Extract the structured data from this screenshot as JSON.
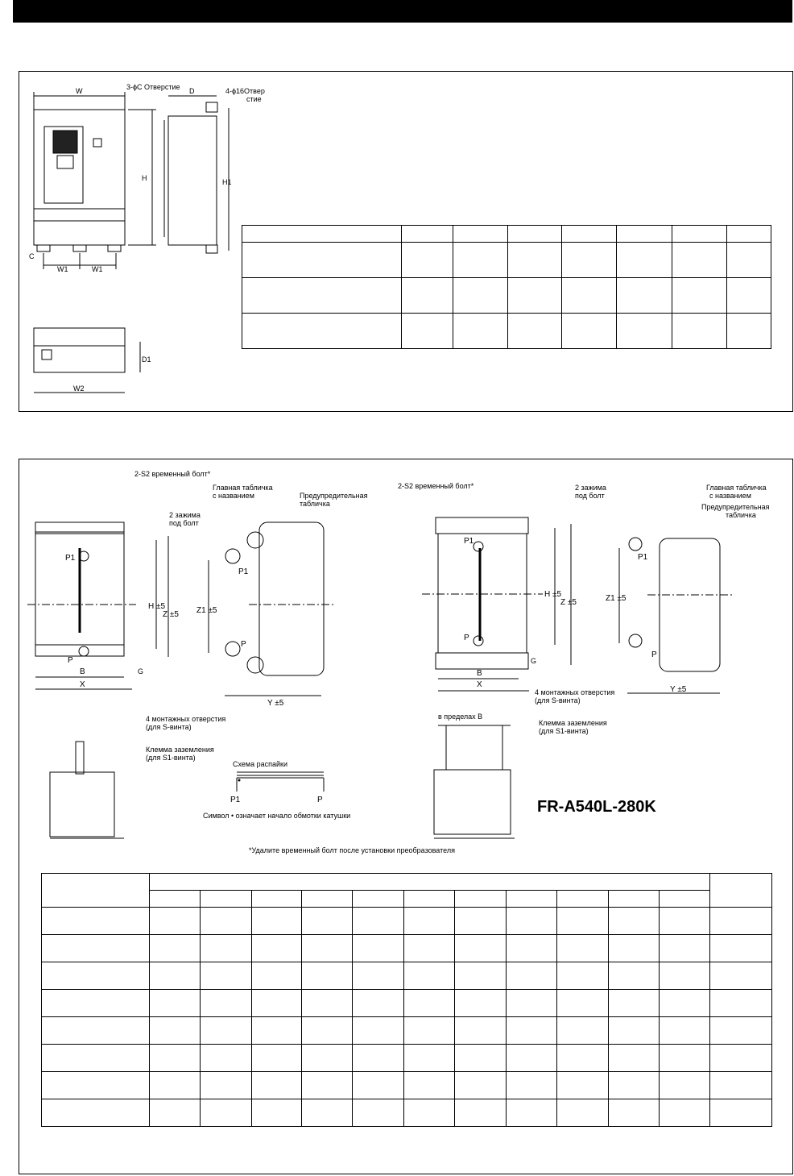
{
  "page": {
    "header_bar": ""
  },
  "drawing1": {
    "labels": {
      "w": "W",
      "holes_c": "3-ϕC Отверстие",
      "d": "D",
      "holes16_line1": "4-ϕ16Отвер",
      "holes16_line2": "стие",
      "h": "H",
      "h1": "H1",
      "c": "C",
      "w1a": "W1",
      "w1b": "W1",
      "d1": "D1",
      "w2": "W2"
    }
  },
  "table1": {
    "columns": 8,
    "rows": 4
  },
  "drawing2": {
    "labels": {
      "bolt_left": "2-S2 временный болт*",
      "nameplate_left_1": "Главная табличка",
      "nameplate_left_2": "с названием",
      "warning_left_1": "Предупредительная",
      "warning_left_2": "табличка",
      "clamps_left_1": "2 зажима",
      "clamps_left_2": "под болт",
      "p1_a": "P1",
      "p_a": "P",
      "p1_b": "P1",
      "p_b": "P",
      "h5": "H ±5",
      "z5": "Z ±5",
      "z1_5": "Z1 ±5",
      "g_left": "G",
      "b_left": "B",
      "x_left": "X",
      "y_left": "Y ±5",
      "mount_left_1": "4 монтажных отверстия",
      "mount_left_2": "(для S-винта)",
      "ground_left_1": "Клемма заземления",
      "ground_left_2": "(для S1-винта)",
      "scheme_title": "Схема распайки",
      "scheme_p1": "P1",
      "scheme_p": "P",
      "scheme_symbol": "Символ • означает начало обмотки катушки",
      "bolt_right": "2-S2 временный болт*",
      "clamps_right_1": "2 зажима",
      "clamps_right_2": "под болт",
      "nameplate_right_1": "Главная табличка",
      "nameplate_right_2": "с названием",
      "warning_right_1": "Предупредительная",
      "warning_right_2": "табличка",
      "p1_c": "P1",
      "p_c": "P",
      "p1_d": "P1",
      "p_d": "P",
      "h5_r": "H ±5",
      "z5_r": "Z ±5",
      "z1_5_r": "Z1 ±5",
      "g_right": "G",
      "b_right": "B",
      "x_right": "X",
      "y_right": "Y ±5",
      "mount_right_1": "4 монтажных отверстия",
      "mount_right_2": "(для S-винта)",
      "ground_right_1": "Клемма заземления",
      "ground_right_2": "(для S1-винта)",
      "within_b": "в пределах B",
      "model": "FR-A540L-280K"
    },
    "footnote": "*Удалите временный болт после установки преобразователя"
  },
  "table2": {
    "columns": 13,
    "rows": 9
  }
}
